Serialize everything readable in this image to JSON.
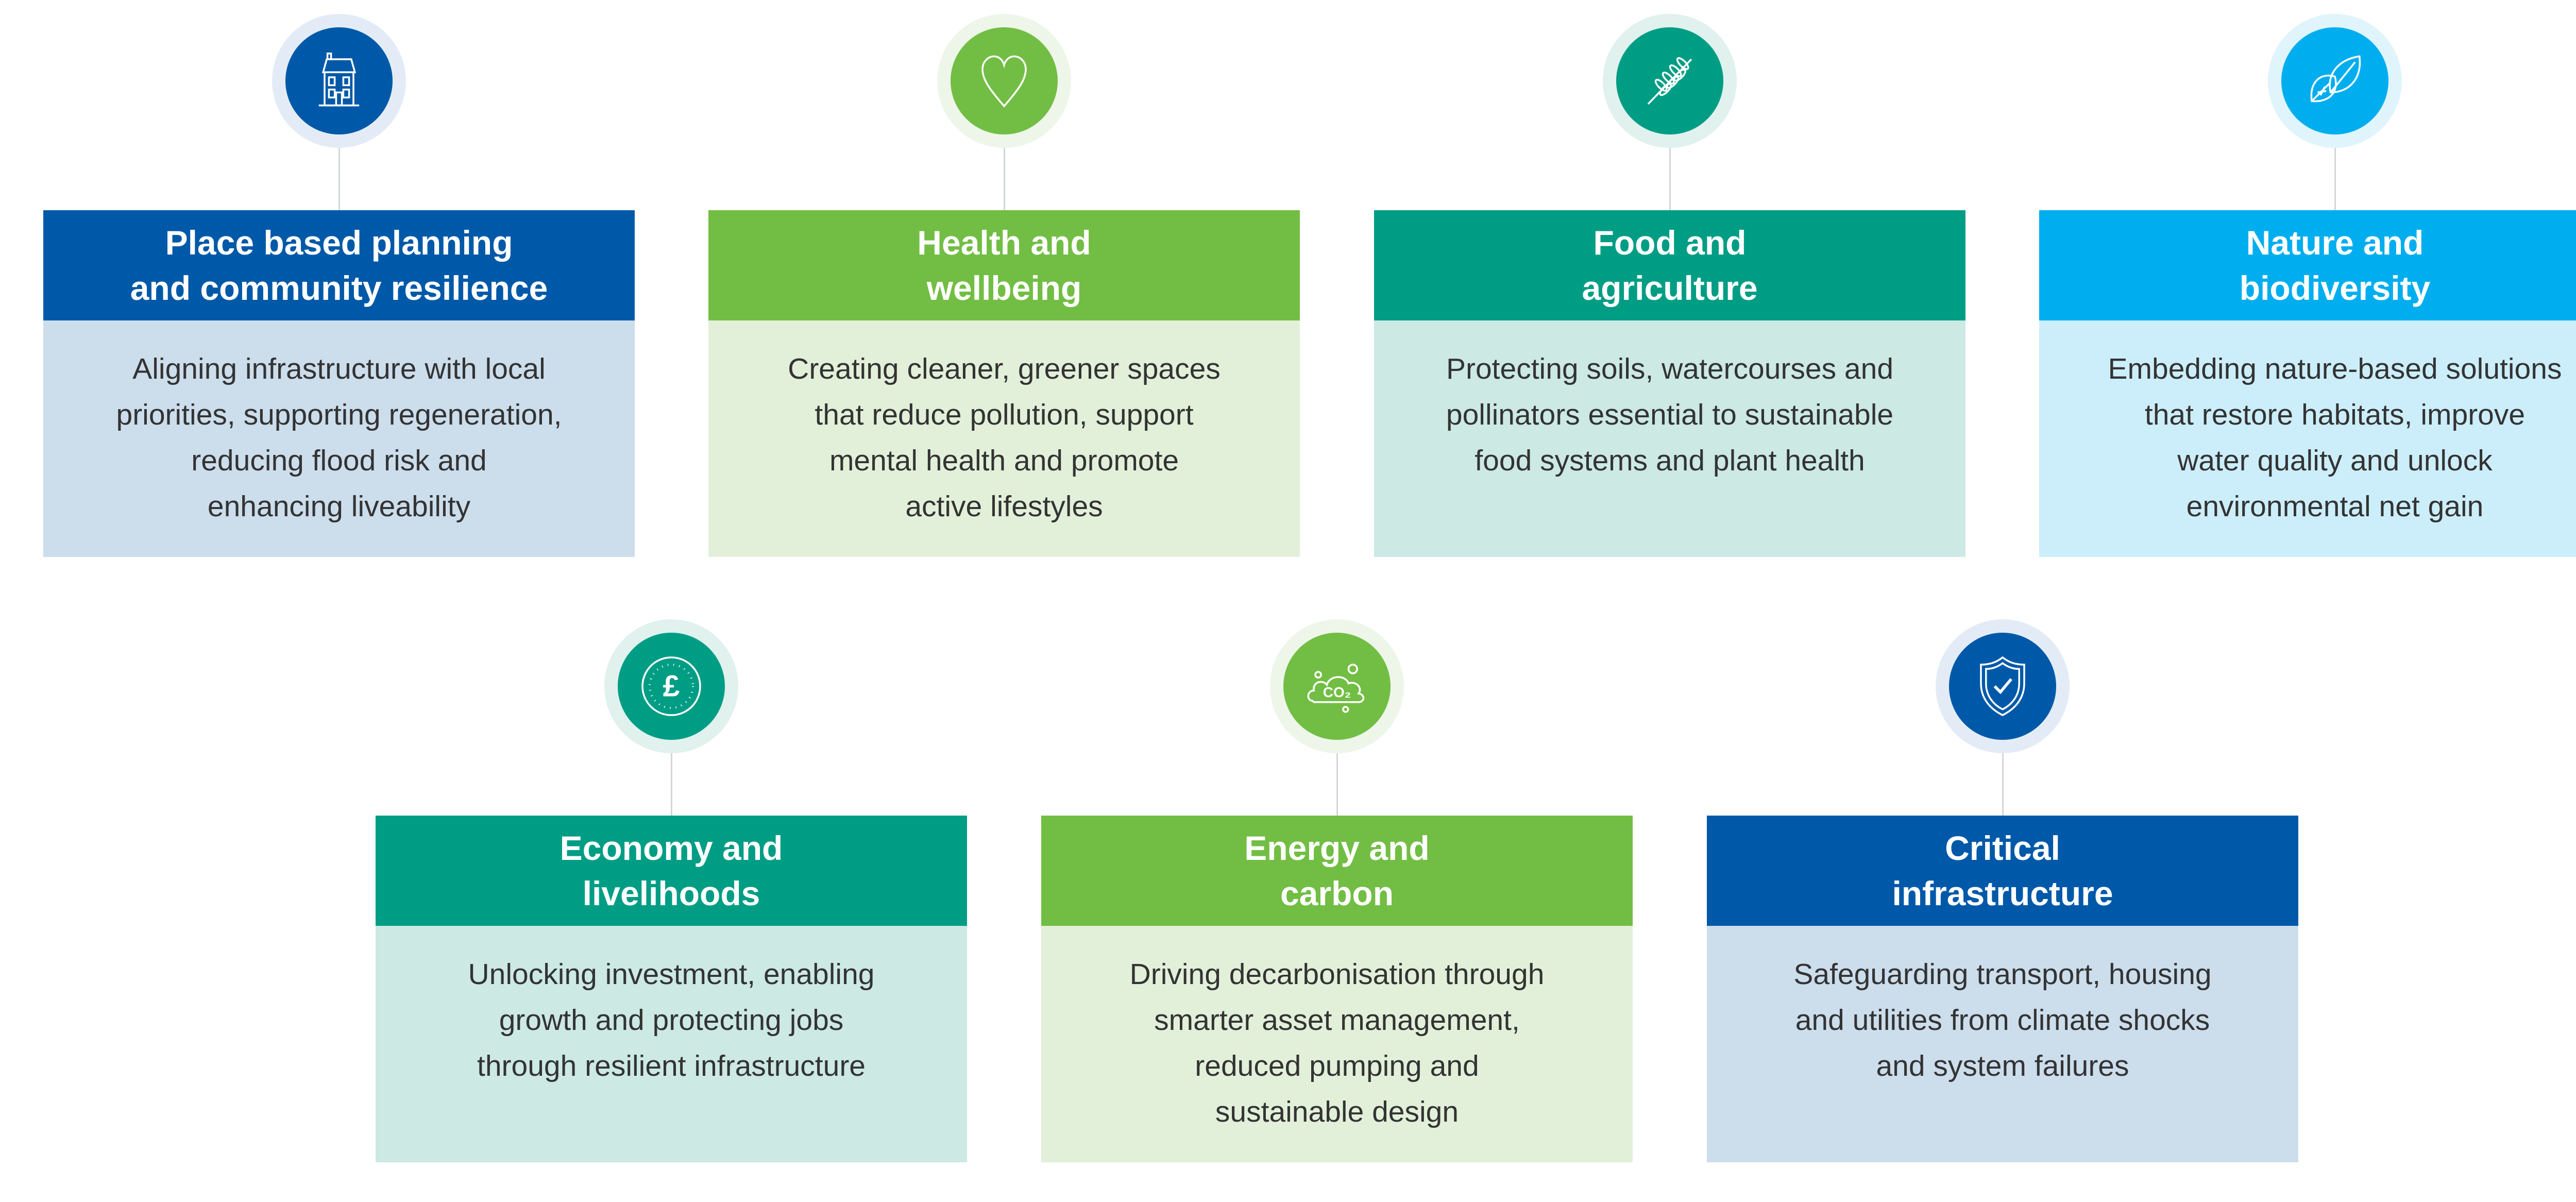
{
  "colors": {
    "blue": "#0059A8",
    "green": "#72BE44",
    "teal": "#009D85",
    "cyan": "#00AEEF"
  },
  "cards": [
    {
      "icon": "house-icon",
      "title": "Place based planning\nand community resilience",
      "text": "Aligning infrastructure with local\npriorities, supporting regeneration,\nreducing flood risk and\nenhancing liveability"
    },
    {
      "icon": "heart-icon",
      "title": "Health and\nwellbeing",
      "text": "Creating cleaner, greener spaces\nthat reduce pollution, support\nmental health and promote\nactive lifestyles"
    },
    {
      "icon": "wheat-icon",
      "title": "Food and\nagriculture",
      "text": "Protecting soils, watercourses and\npollinators essential to sustainable\nfood systems and plant health"
    },
    {
      "icon": "leaves-icon",
      "title": "Nature and\nbiodiversity",
      "text": "Embedding nature-based solutions\nthat restore habitats, improve\nwater quality and unlock\nenvironmental net gain"
    },
    {
      "icon": "pound-coin-icon",
      "title": "Economy and\nlivelihoods",
      "text": "Unlocking investment, enabling\ngrowth and protecting jobs\nthrough resilient infrastructure"
    },
    {
      "icon": "co2-cloud-icon",
      "title": "Energy and\ncarbon",
      "text": "Driving decarbonisation through\nsmarter asset management,\nreduced pumping and\nsustainable design",
      "co2_label": "CO₂"
    },
    {
      "icon": "shield-check-icon",
      "title": "Critical\ninfrastructure",
      "text": "Safeguarding transport, housing\nand utilities from climate shocks\nand system failures"
    }
  ]
}
